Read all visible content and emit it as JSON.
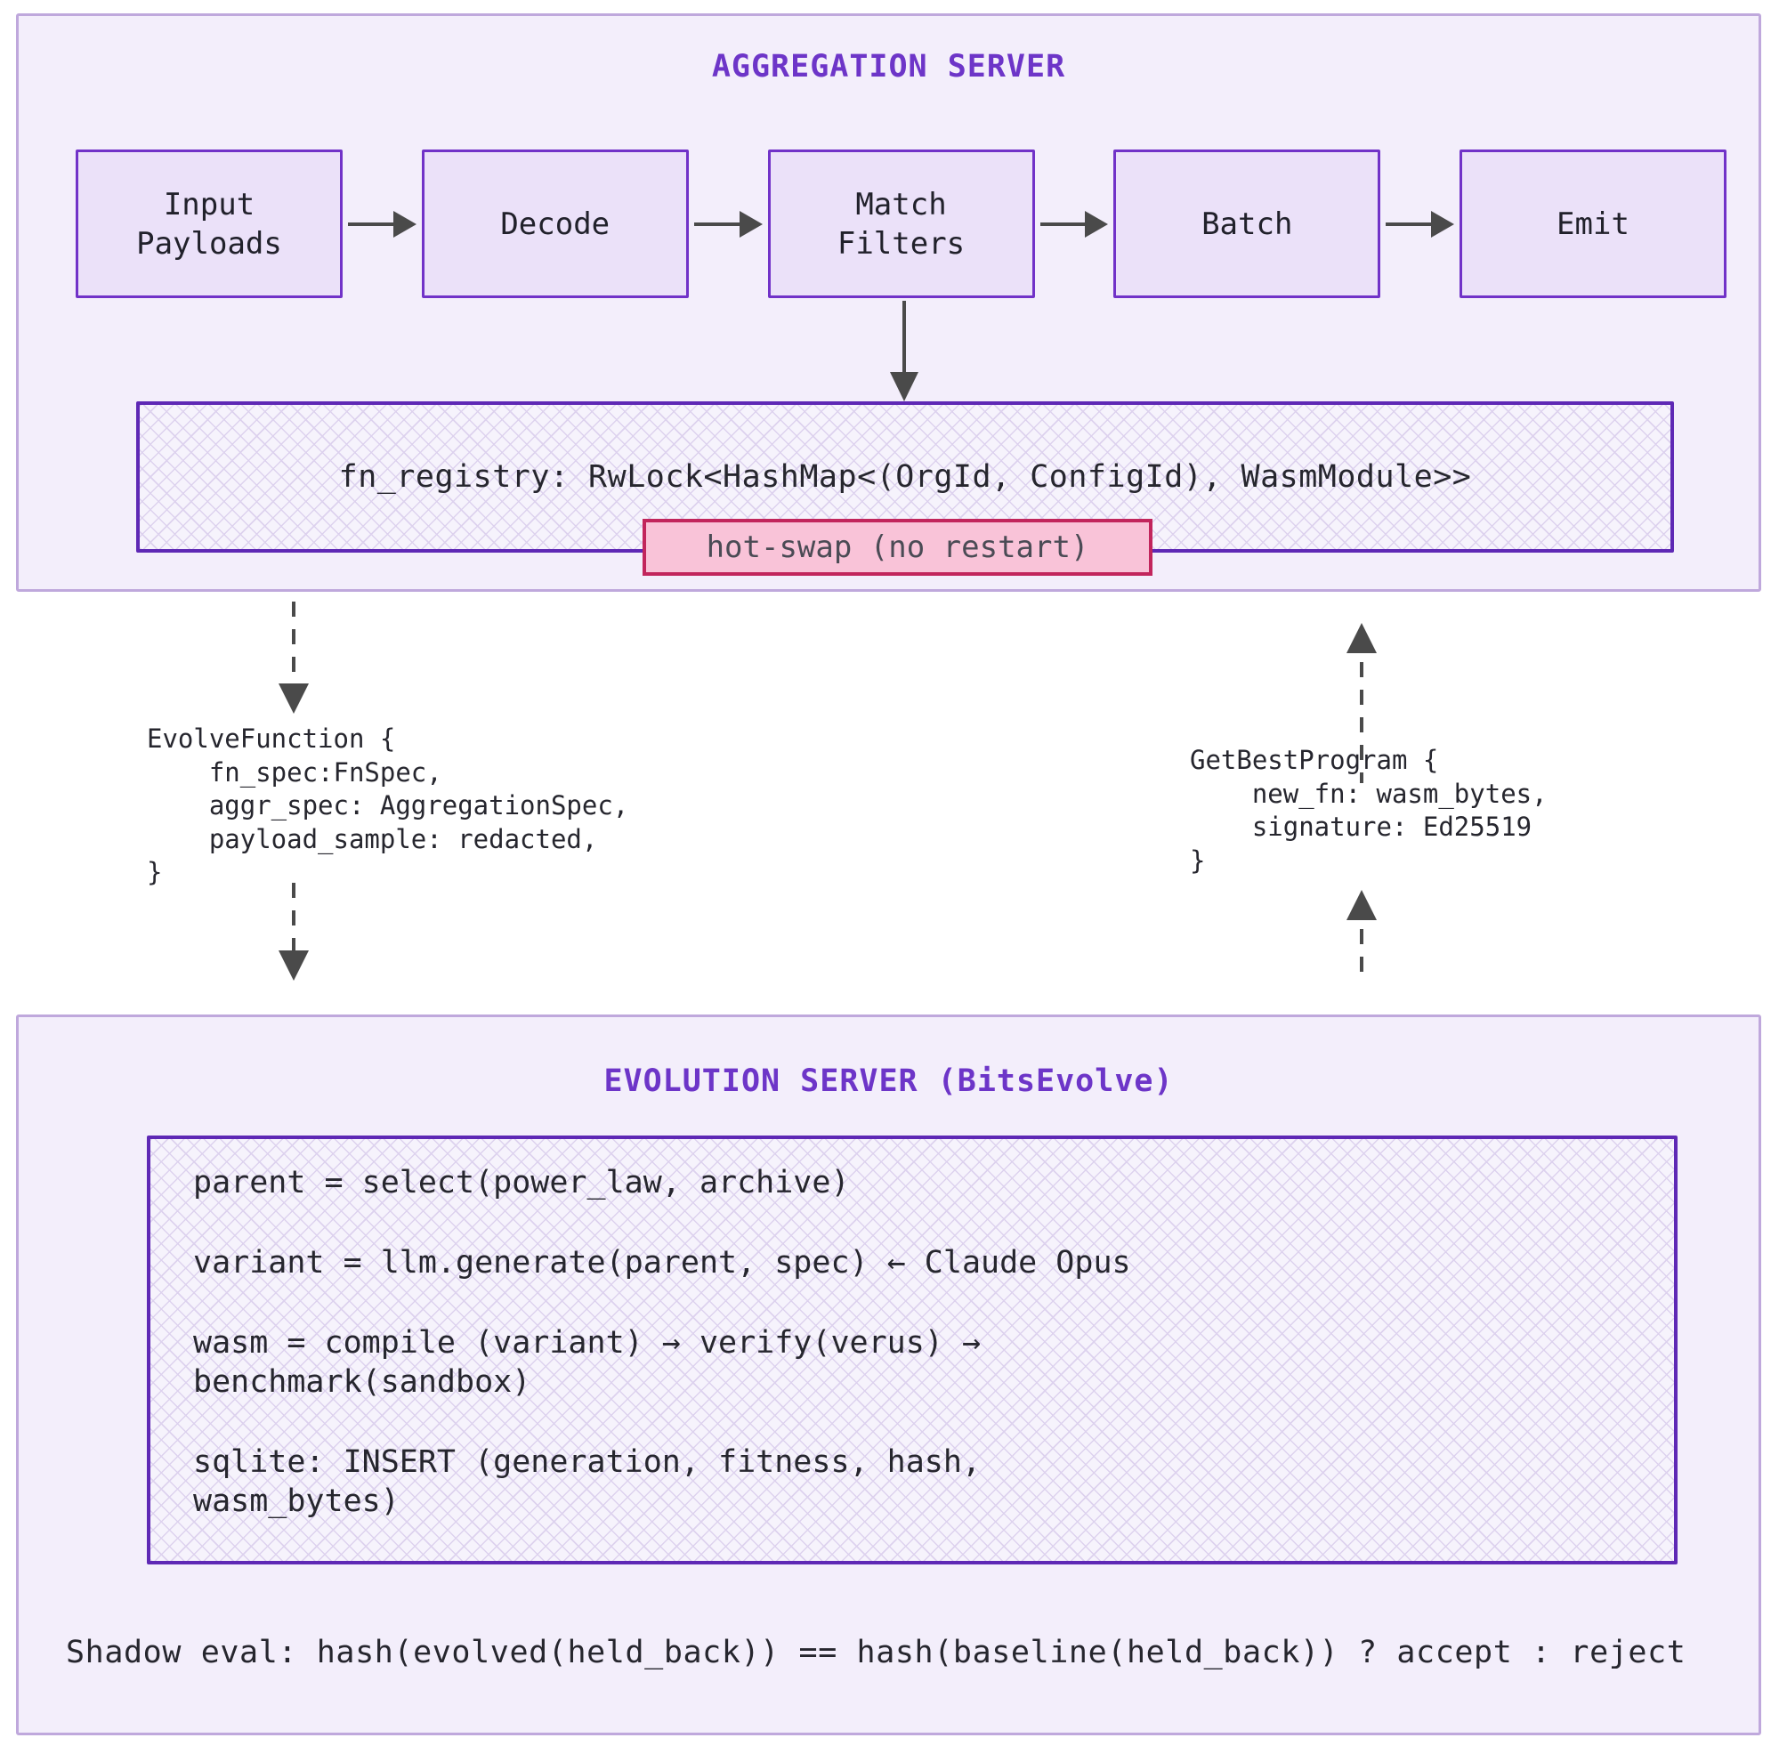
{
  "colors": {
    "panel_bg": "#f3eefb",
    "panel_border": "#bfa8dc",
    "stage_bg": "#ebe1f9",
    "stage_border": "#7132c8",
    "registry_border": "#5e28b5",
    "hatch_bg": "#f6f3fc",
    "hatch_line": "#ddd2ee",
    "title_purple": "#6d35c8",
    "hotswap_bg": "#f9c3d8",
    "hotswap_border": "#c2255c",
    "arrow_gray": "#4a4a4a",
    "text_dark": "#26262e"
  },
  "aggregation_server": {
    "title": "AGGREGATION SERVER",
    "pipeline_stages": [
      "Input\nPayloads",
      "Decode",
      "Match\nFilters",
      "Batch",
      "Emit"
    ],
    "registry_label": "fn_registry: RwLock<HashMap<(OrgId, ConfigId), WasmModule>>",
    "hot_swap_label": "hot-swap (no restart)"
  },
  "rpc_messages": {
    "evolve_function": "EvolveFunction {\n    fn_spec:FnSpec,\n    aggr_spec: AggregationSpec,\n    payload_sample: redacted,\n}",
    "get_best_program": "GetBestProgram {\n    new_fn: wasm_bytes,\n    signature: Ed25519\n}"
  },
  "evolution_server": {
    "title": "EVOLUTION SERVER (BitsEvolve)",
    "code_statements": [
      "parent = select(power_law, archive)",
      "variant = llm.generate(parent, spec) ← Claude Opus",
      "wasm = compile (variant) → verify(verus) →\nbenchmark(sandbox)",
      "sqlite: INSERT (generation, fitness, hash,\nwasm_bytes)"
    ],
    "shadow_eval": "Shadow eval: hash(evolved(held_back)) == hash(baseline(held_back)) ? accept : reject"
  }
}
